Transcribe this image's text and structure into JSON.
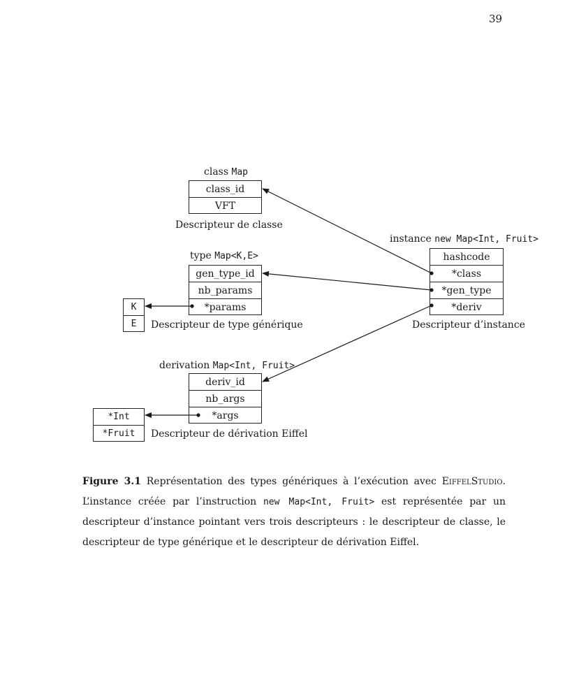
{
  "page_number": "39",
  "class_descriptor": {
    "heading_prefix": "class",
    "heading_code": "Map",
    "fields": [
      "class_id",
      "VFT"
    ],
    "caption": "Descripteur de classe"
  },
  "type_descriptor": {
    "heading_prefix": "type",
    "heading_code": "Map<K,E>",
    "fields": [
      "gen_type_id",
      "nb_params",
      "*params"
    ],
    "params": [
      "K",
      "E"
    ],
    "caption": "Descripteur de type générique"
  },
  "derivation_descriptor": {
    "heading_prefix": "derivation",
    "heading_code": "Map<Int, Fruit>",
    "fields": [
      "deriv_id",
      "nb_args",
      "*args"
    ],
    "args": [
      "*Int",
      "*Fruit"
    ],
    "caption": "Descripteur de dérivation Eiffel"
  },
  "instance_descriptor": {
    "heading_prefix": "instance",
    "heading_code": "new Map<Int, Fruit>",
    "fields": [
      "hashcode",
      "*class",
      "*gen_type",
      "*deriv"
    ],
    "caption": "Descripteur d’instance"
  },
  "figure_caption": {
    "label": "Figure 3.1",
    "text_1": "Représentation des types génériques à l’exécution avec",
    "product": "EiffelStudio",
    "text_2": ". L’instance créée par l’instruction",
    "code": "new Map<Int, Fruit>",
    "text_3": "est représentée par un descripteur d’instance pointant vers trois descripteurs : le descripteur de classe, le descripteur de type générique et le descripteur de dérivation Eiffel."
  }
}
